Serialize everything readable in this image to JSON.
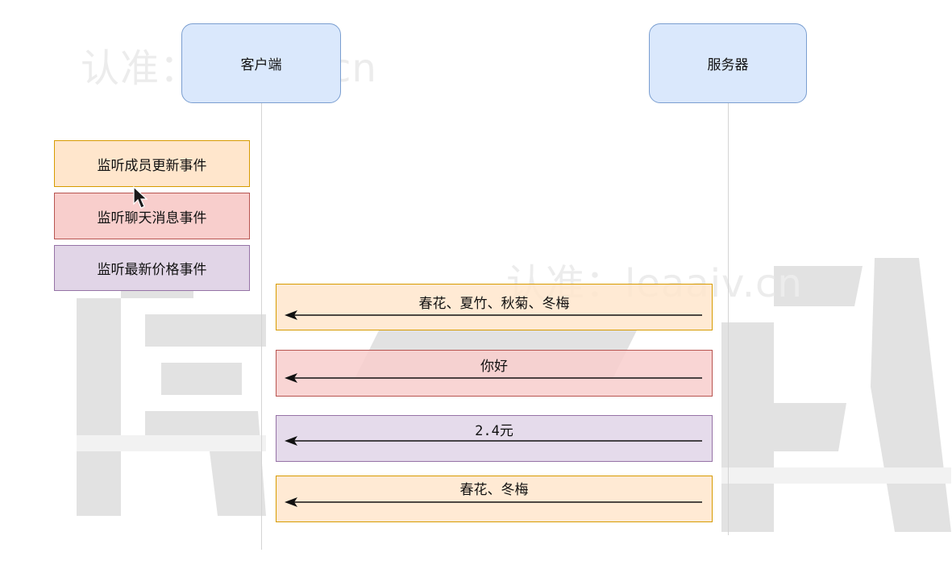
{
  "actors": {
    "client": "客户端",
    "server": "服务器"
  },
  "watermark": {
    "small_text": "认准：leaaiv.cn"
  },
  "legend": [
    {
      "label": "监听成员更新事件",
      "fill": "#ffe6cc",
      "stroke": "#d79b00"
    },
    {
      "label": "监听聊天消息事件",
      "fill": "#f8cecc",
      "stroke": "#b85450"
    },
    {
      "label": "监听最新价格事件",
      "fill": "#e1d5e7",
      "stroke": "#9673a6"
    }
  ],
  "messages": [
    {
      "label": "春花、夏竹、秋菊、冬梅",
      "fill": "#ffe6cc",
      "stroke": "#d79b00"
    },
    {
      "label": "你好",
      "fill": "#f8cecc",
      "stroke": "#b85450"
    },
    {
      "label": "2.4元",
      "fill": "#e1d5e7",
      "stroke": "#9673a6"
    },
    {
      "label": "春花、冬梅",
      "fill": "#ffe6cc",
      "stroke": "#d79b00"
    }
  ]
}
